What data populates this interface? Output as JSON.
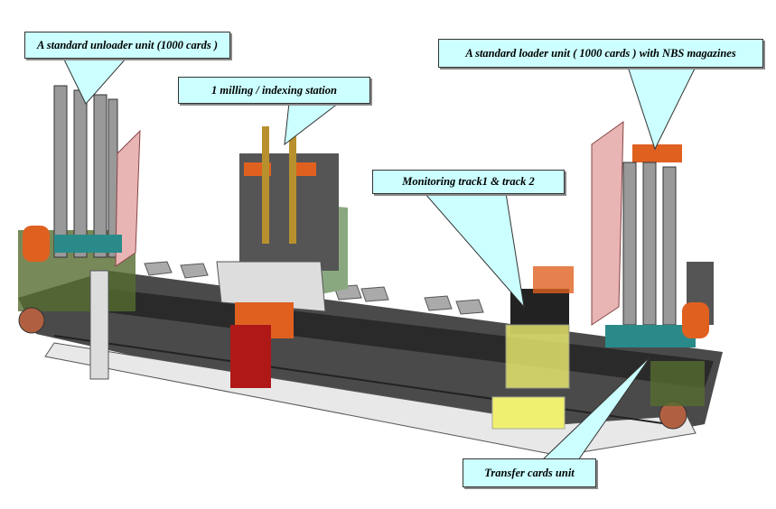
{
  "callouts": {
    "unloader": "A standard unloader unit (1000 cards )",
    "milling": "1 milling / indexing station",
    "loader": "A standard loader unit ( 1000 cards ) with NBS magazines",
    "monitoring": "Monitoring track1 & track 2",
    "transfer": "Transfer cards unit"
  },
  "colors": {
    "callout_fill": "#ccffff",
    "frame": "#3a3a3a",
    "motor": "#e06020",
    "mag_red": "#aa1a1a",
    "guard": "#f0f070",
    "panel": "#e8b4b4",
    "green": "#8aa880"
  }
}
